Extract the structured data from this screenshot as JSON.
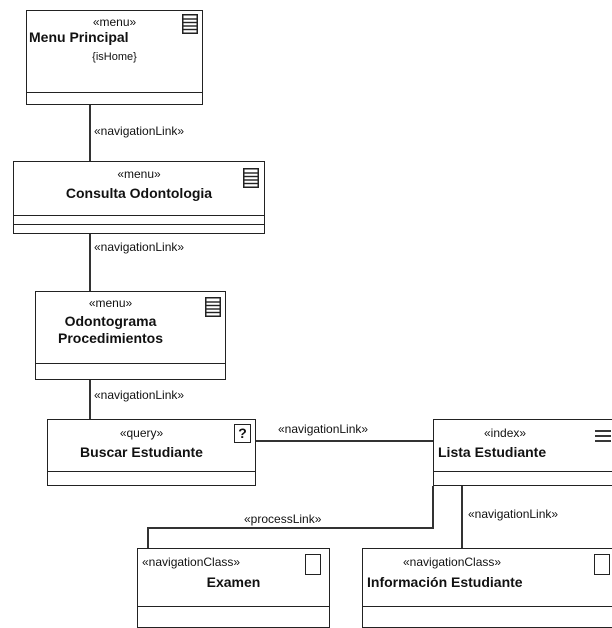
{
  "nodes": {
    "menu_principal": {
      "stereotype": "«menu»",
      "name": "Menu Principal",
      "tag": "{isHome}",
      "icon": "menu-list-icon"
    },
    "consulta_odontologia": {
      "stereotype": "«menu»",
      "name": "Consulta Odontologia",
      "icon": "menu-list-icon"
    },
    "odontograma": {
      "stereotype": "«menu»",
      "name_line1": "Odontograma",
      "name_line2": "Procedimientos",
      "icon": "menu-list-icon"
    },
    "buscar_estudiante": {
      "stereotype": "«query»",
      "name": "Buscar Estudiante",
      "icon": "query-question-icon",
      "icon_glyph": "?"
    },
    "lista_estudiante": {
      "stereotype": "«index»",
      "name": "Lista Estudiante",
      "icon": "index-lines-icon"
    },
    "examen": {
      "stereotype": "«navigationClass»",
      "name": "Examen",
      "icon": "navigation-class-icon"
    },
    "informacion_estudiante": {
      "stereotype": "«navigationClass»",
      "name": "Información Estudiante",
      "icon": "navigation-class-icon"
    }
  },
  "edges": {
    "menu_to_consulta": "«navigationLink»",
    "consulta_to_odontograma": "«navigationLink»",
    "odontograma_to_buscar": "«navigationLink»",
    "buscar_to_lista": "«navigationLink»",
    "lista_to_examen": "«processLink»",
    "lista_to_informacion": "«navigationLink»"
  }
}
